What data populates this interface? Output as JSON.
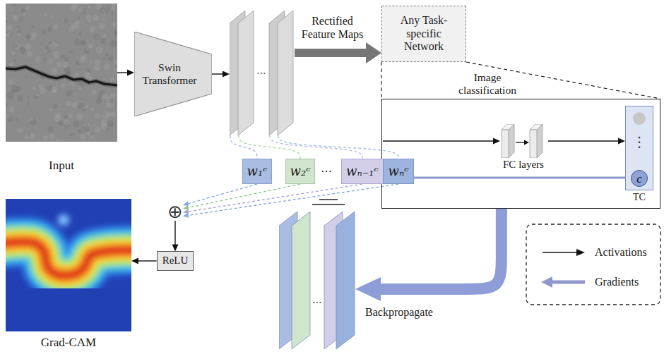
{
  "diagram": {
    "nodes": [
      {
        "text": [
          "Input"
        ]
      },
      {
        "text": [
          "Swin Transformer"
        ]
      },
      {
        "text": [
          "⋯"
        ]
      },
      {
        "text": [
          "Any Task-specific Network"
        ]
      },
      {
        "text": [
          "Image classification"
        ]
      },
      {
        "text": [
          "FC layers"
        ],
        "in": 4
      },
      {
        "text": [
          "⋮",
          "c",
          "TC"
        ],
        "in": 4
      },
      {
        "text": [
          "w₁ᶜ"
        ]
      },
      {
        "text": [
          "w₂ᶜ"
        ]
      },
      {
        "text": [
          "wₙ₋₁ᶜ"
        ]
      },
      {
        "text": [
          "wₙᶜ"
        ]
      },
      {
        "text": [
          "⊕"
        ]
      },
      {
        "text": [
          "ReLU"
        ]
      },
      {
        "text": [
          "Grad-CAM"
        ]
      },
      {
        "text": [
          "⋯"
        ]
      }
    ],
    "edges": [
      {
        "from": 0,
        "to": 1,
        "arrow": "to"
      },
      {
        "from": 1,
        "to": 2,
        "arrow": "to"
      },
      {
        "from": 2,
        "to": 3,
        "label": "Rectified Feature Maps",
        "arrow": "to"
      },
      {
        "from": 3,
        "to": 4,
        "arrow": "none"
      },
      {
        "from": 3,
        "to": 4,
        "arrow": "none"
      },
      {
        "from": 5,
        "to": 6,
        "arrow": "to"
      },
      {
        "from": 6,
        "to": 4,
        "arrow": "to"
      },
      {
        "from": 2,
        "to": 7,
        "arrow": "none"
      },
      {
        "from": 2,
        "to": 8,
        "arrow": "none"
      },
      {
        "from": 2,
        "to": 9,
        "arrow": "none"
      },
      {
        "from": 2,
        "to": 10,
        "arrow": "none"
      },
      {
        "from": 7,
        "to": 11,
        "arrow": "to"
      },
      {
        "from": 8,
        "to": 11,
        "arrow": "to"
      },
      {
        "from": 9,
        "to": 11,
        "arrow": "to"
      },
      {
        "from": 10,
        "to": 11,
        "arrow": "to"
      },
      {
        "from": 11,
        "to": 12,
        "arrow": "to"
      },
      {
        "from": 12,
        "to": 13,
        "arrow": "to"
      },
      {
        "from": 4,
        "to": 14,
        "arrow": "to"
      }
    ],
    "labels": [
      "⋯",
      "Backpropagate"
    ],
    "legend": [
      {
        "text": "Activations"
      },
      {
        "text": "Gradients"
      }
    ]
  }
}
